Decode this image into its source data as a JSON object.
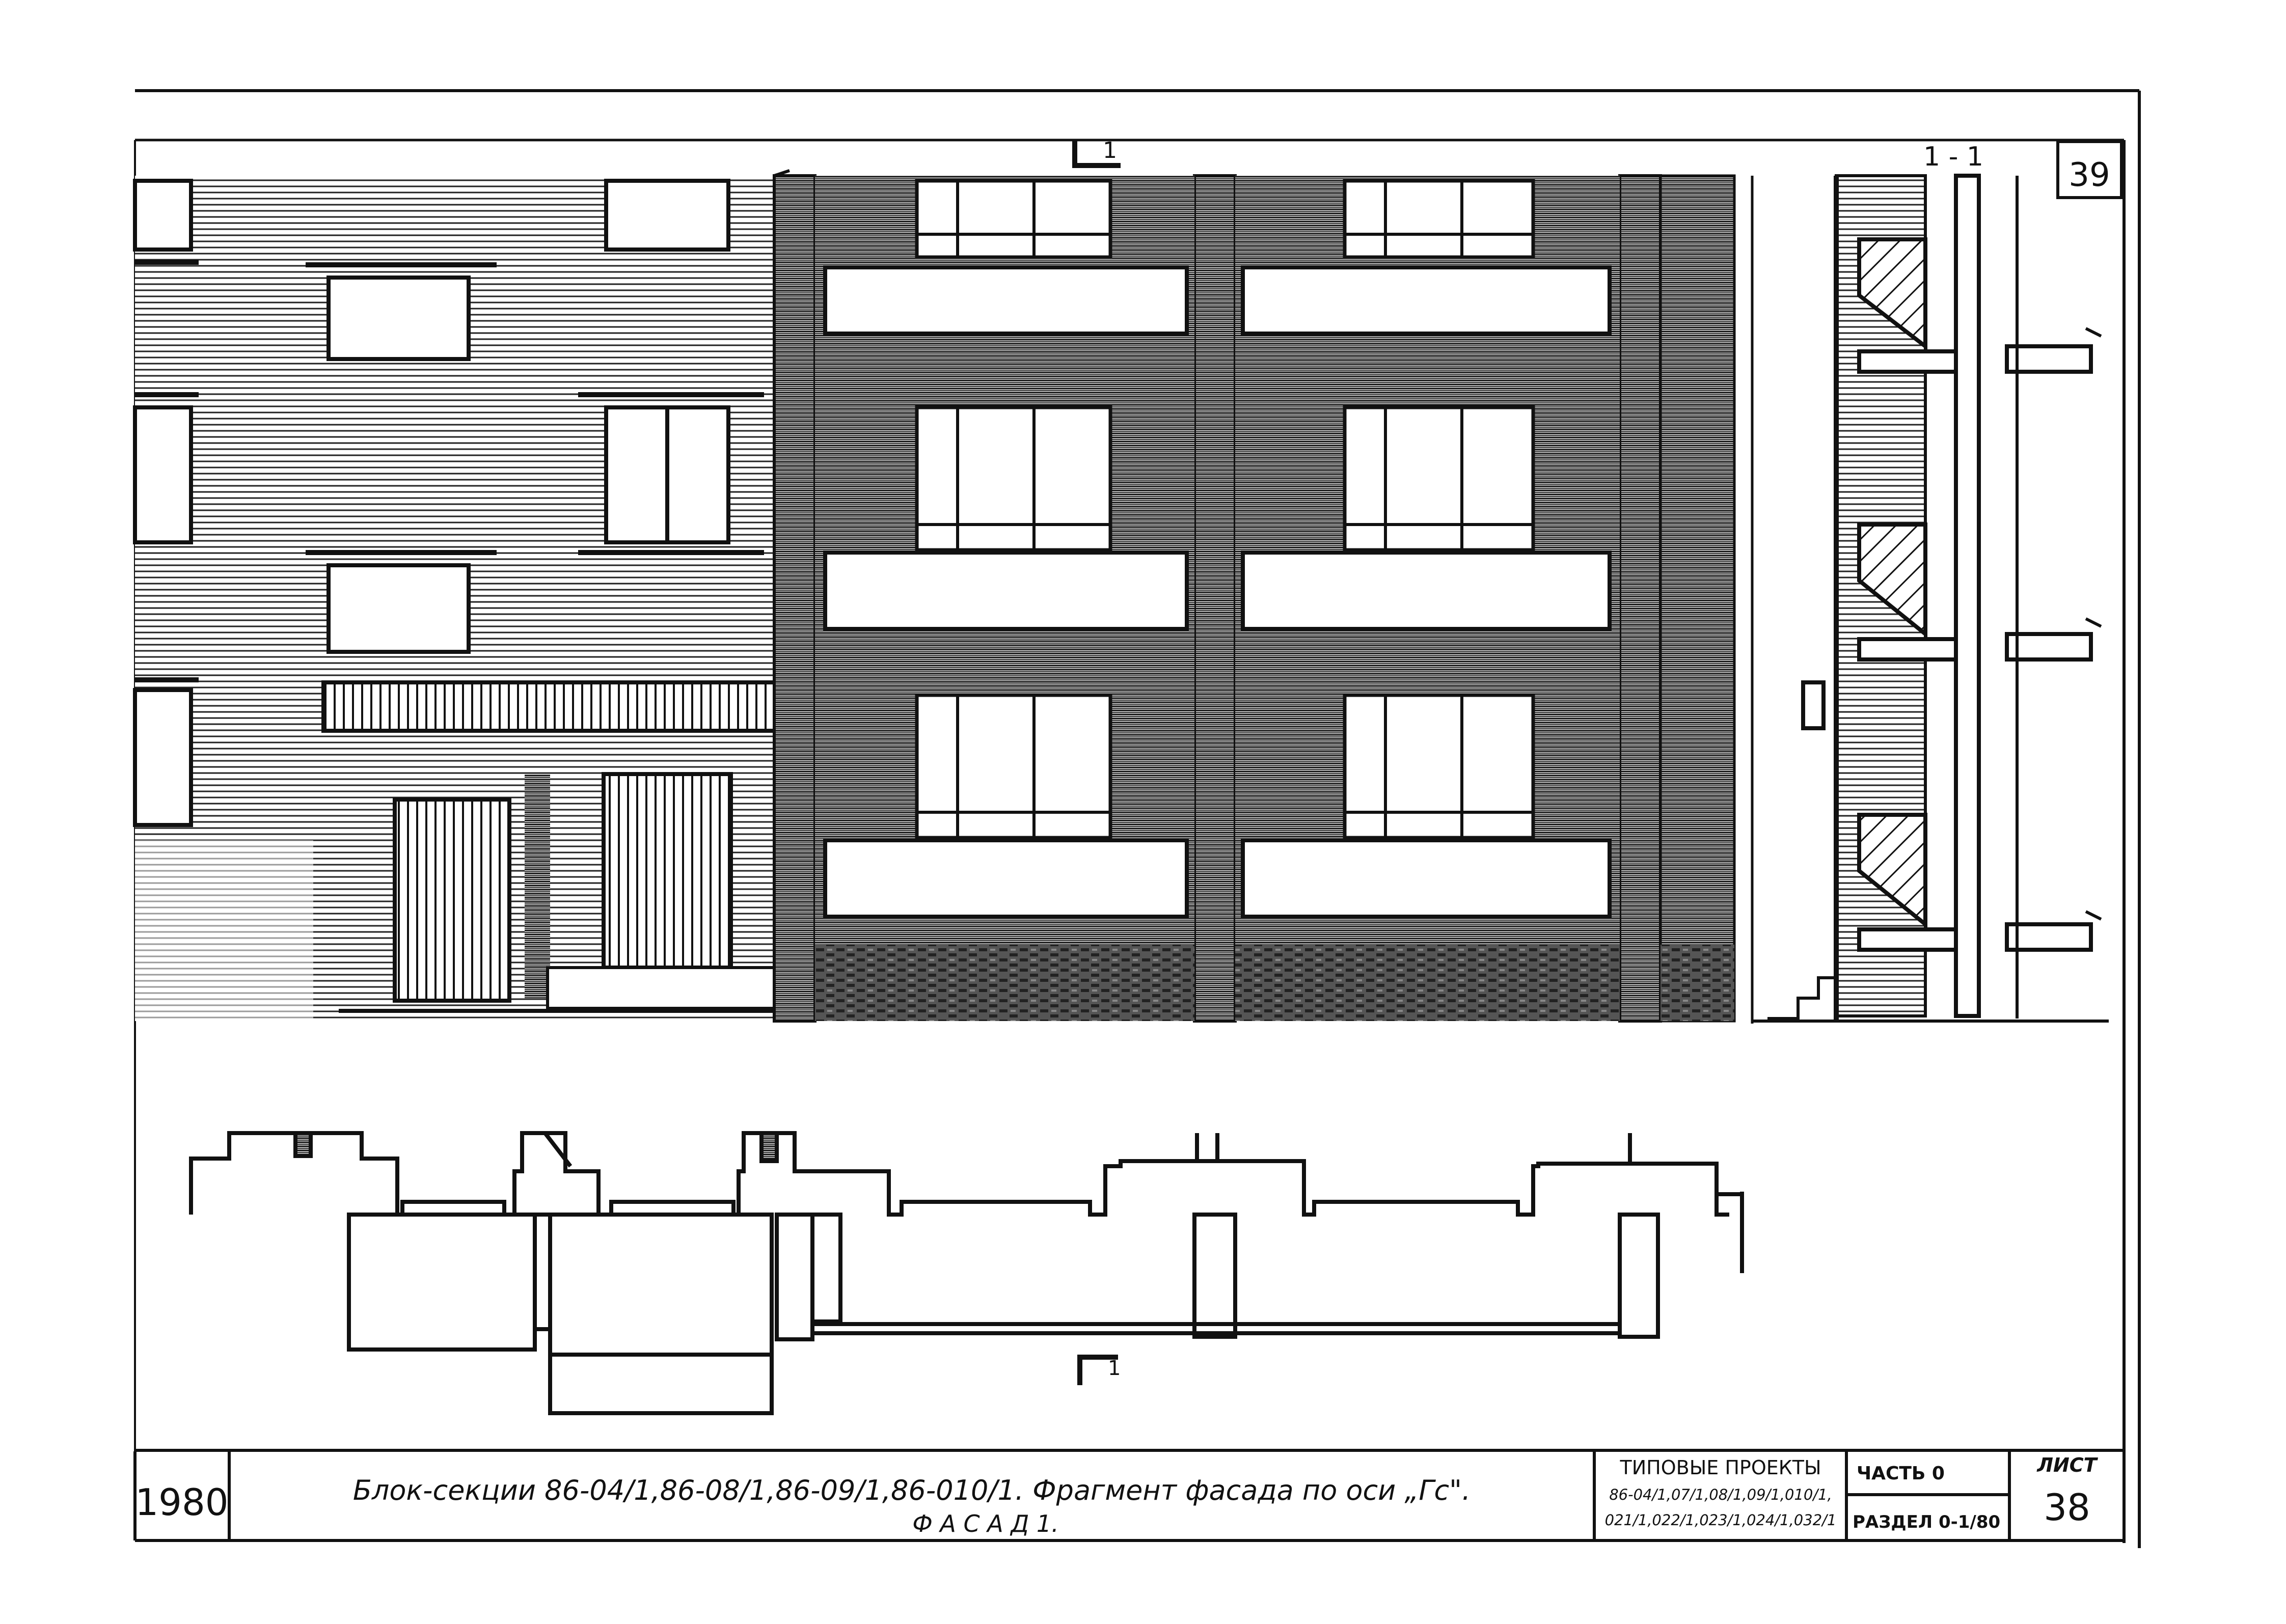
{
  "sheet": {
    "corner_number": "39",
    "section_label_elevation": "1",
    "section_label_side": "1 - 1",
    "section_label_plan": "1"
  },
  "title_block": {
    "year": "1980",
    "title_line1": "Блок-секции 86-04/1,86-08/1,86-09/1,86-010/1. Фрагмент фасада по оси „Гс\".",
    "title_line2": "Ф А С А Д   1.",
    "project_heading": "ТИПОВЫЕ ПРОЕКТЫ",
    "project_codes_line1": "86-04/1,07/1,08/1,09/1,010/1,",
    "project_codes_line2": "021/1,022/1,023/1,024/1,032/1",
    "part_label": "ЧАСТЬ 0",
    "section_label": "РАЗДЕЛ 0-1/80",
    "sheet_label": "ЛИСТ",
    "sheet_number": "38"
  },
  "colors": {
    "ink": "#111111",
    "paper": "#ffffff",
    "hatch": "#555555"
  }
}
